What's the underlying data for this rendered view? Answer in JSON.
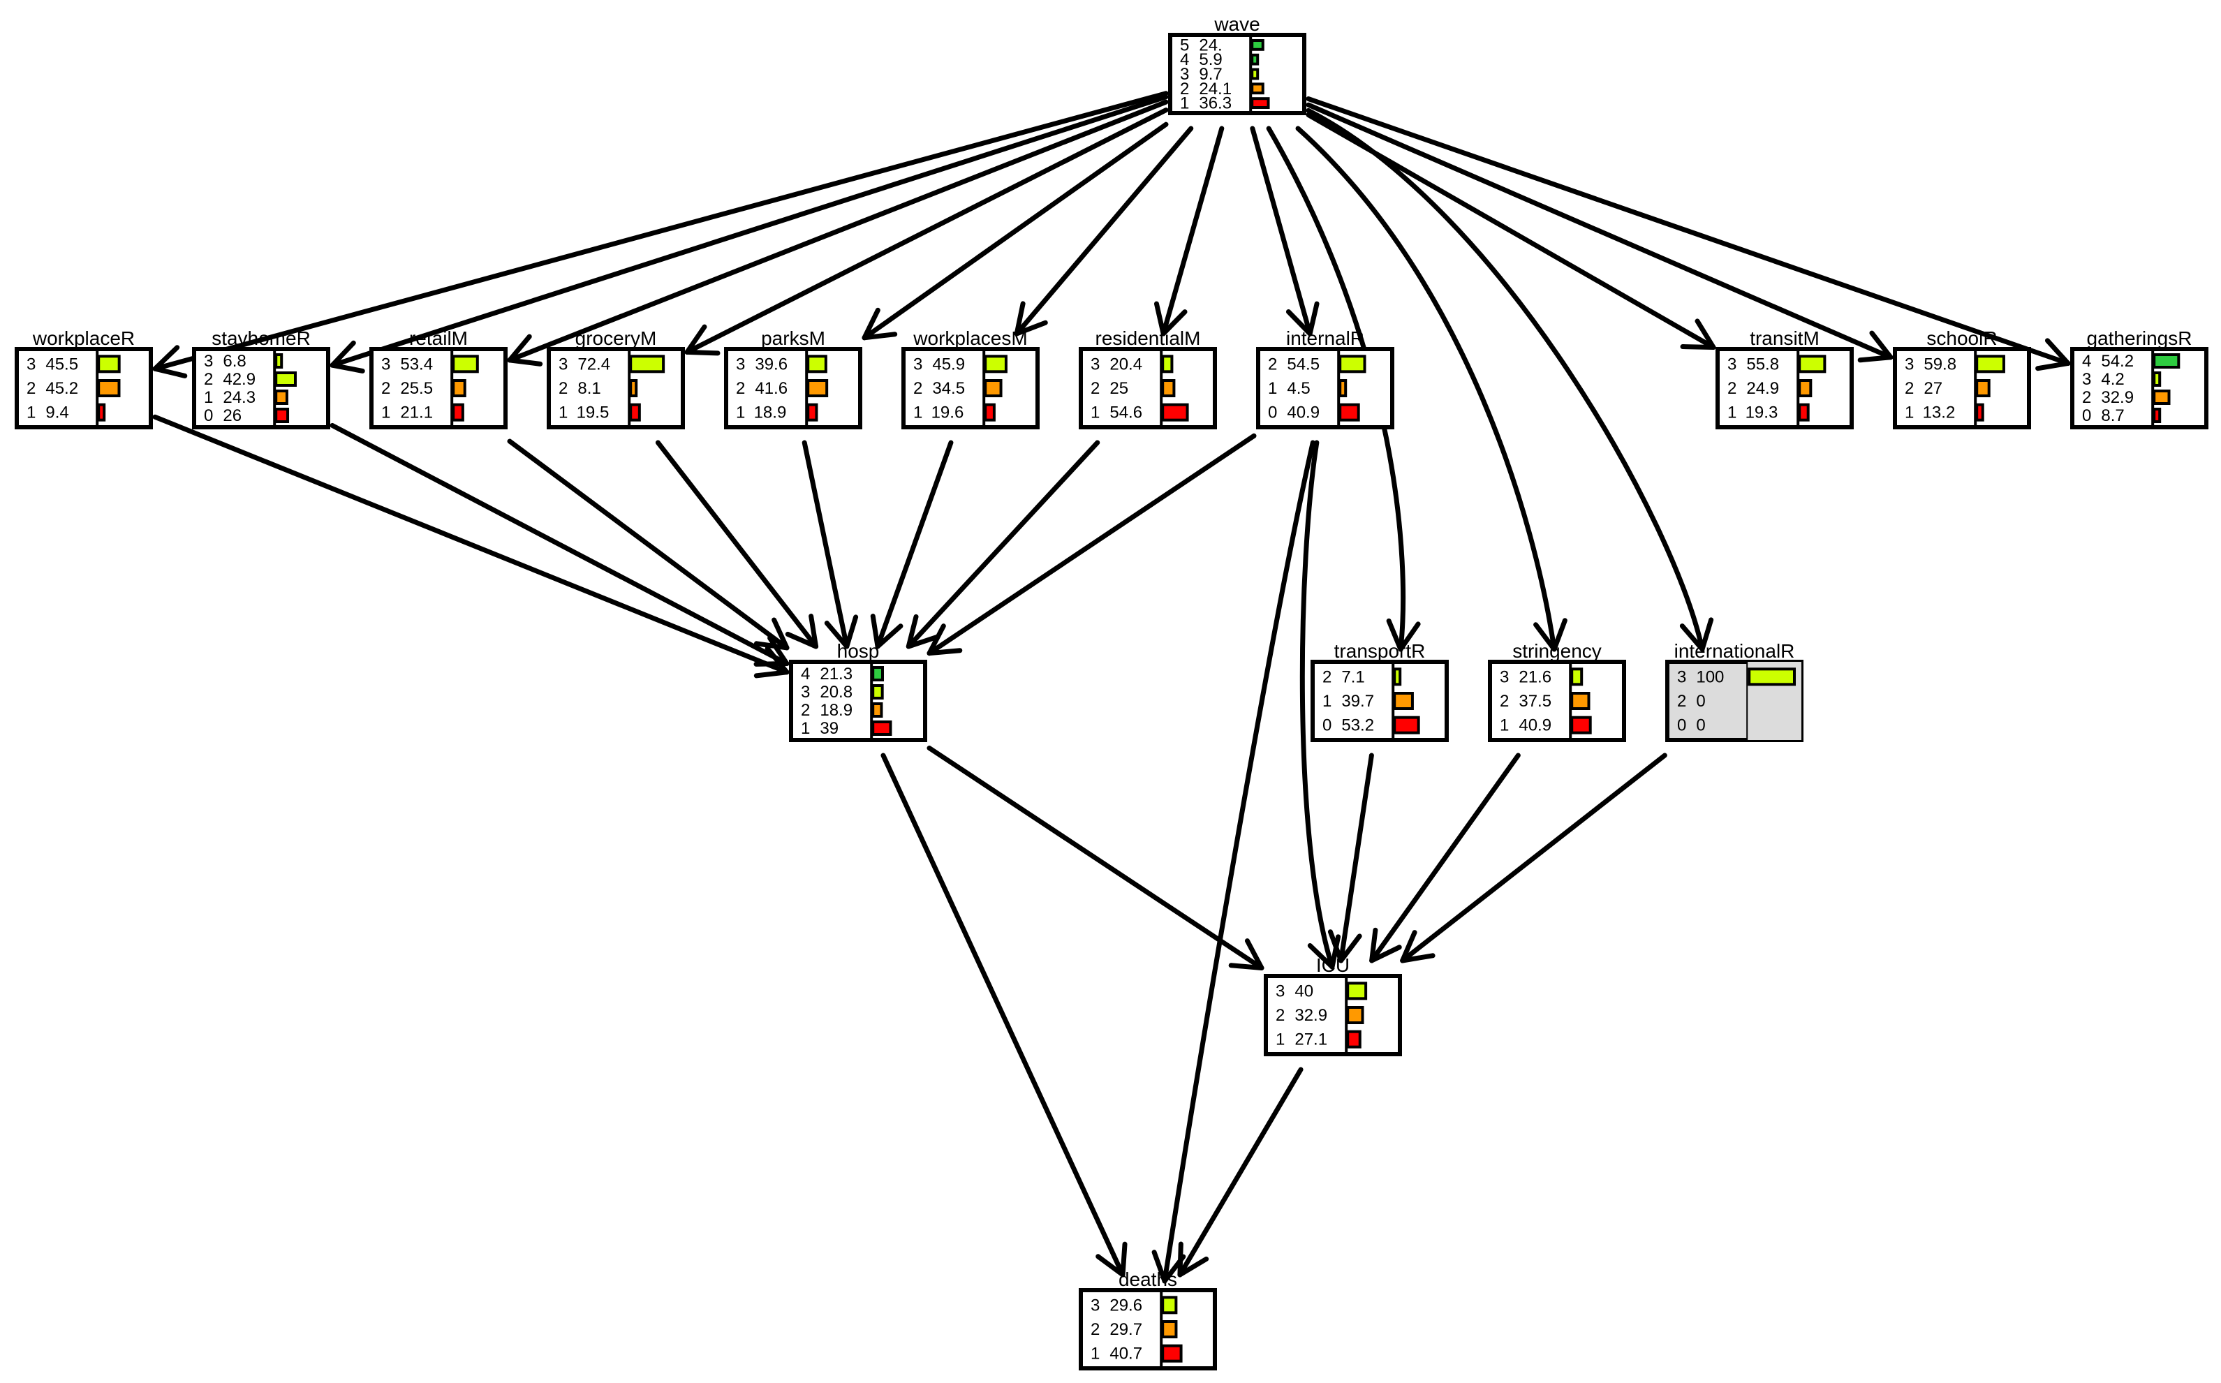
{
  "diagram": {
    "colors": {
      "level5": "#2ecc40",
      "level4": "#2ecc40",
      "level3": "#ccff00",
      "level2": "#ff9900",
      "level1": "#ff0000",
      "level0": "#ff0000",
      "observed_fill": "#dcdcdc",
      "stroke": "#000000"
    },
    "nodes": [
      {
        "id": "wave",
        "title": "wave",
        "rows": [
          {
            "label": "5",
            "value": "24.",
            "prob": 0.24,
            "color": "level5"
          },
          {
            "label": "4",
            "value": "5.9",
            "prob": 0.06,
            "color": "level4"
          },
          {
            "label": "3",
            "value": "9.7",
            "prob": 0.1,
            "color": "level3"
          },
          {
            "label": "2",
            "value": "24.1",
            "prob": 0.24,
            "color": "level2"
          },
          {
            "label": "1",
            "value": "36.3",
            "prob": 0.36,
            "color": "level1"
          }
        ]
      },
      {
        "id": "workplaceR",
        "title": "workplaceR",
        "rows": [
          {
            "label": "3",
            "value": "45.5",
            "prob": 0.455,
            "color": "level3"
          },
          {
            "label": "2",
            "value": "45.2",
            "prob": 0.452,
            "color": "level2"
          },
          {
            "label": "1",
            "value": "9.4",
            "prob": 0.094,
            "color": "level1"
          }
        ]
      },
      {
        "id": "stayhomeR",
        "title": "stayhomeR",
        "rows": [
          {
            "label": "3",
            "value": "6.8",
            "prob": 0.068,
            "color": "level3"
          },
          {
            "label": "2",
            "value": "42.9",
            "prob": 0.429,
            "color": "level3"
          },
          {
            "label": "1",
            "value": "24.3",
            "prob": 0.243,
            "color": "level2"
          },
          {
            "label": "0",
            "value": "26",
            "prob": 0.26,
            "color": "level1"
          }
        ]
      },
      {
        "id": "retailM",
        "title": "retailM",
        "rows": [
          {
            "label": "3",
            "value": "53.4",
            "prob": 0.534,
            "color": "level3"
          },
          {
            "label": "2",
            "value": "25.5",
            "prob": 0.255,
            "color": "level2"
          },
          {
            "label": "1",
            "value": "21.1",
            "prob": 0.211,
            "color": "level1"
          }
        ]
      },
      {
        "id": "groceryM",
        "title": "groceryM",
        "rows": [
          {
            "label": "3",
            "value": "72.4",
            "prob": 0.724,
            "color": "level3"
          },
          {
            "label": "2",
            "value": "8.1",
            "prob": 0.081,
            "color": "level2"
          },
          {
            "label": "1",
            "value": "19.5",
            "prob": 0.195,
            "color": "level1"
          }
        ]
      },
      {
        "id": "parksM",
        "title": "parksM",
        "rows": [
          {
            "label": "3",
            "value": "39.6",
            "prob": 0.396,
            "color": "level3"
          },
          {
            "label": "2",
            "value": "41.6",
            "prob": 0.416,
            "color": "level2"
          },
          {
            "label": "1",
            "value": "18.9",
            "prob": 0.189,
            "color": "level1"
          }
        ]
      },
      {
        "id": "workplacesM",
        "title": "workplacesM",
        "rows": [
          {
            "label": "3",
            "value": "45.9",
            "prob": 0.459,
            "color": "level3"
          },
          {
            "label": "2",
            "value": "34.5",
            "prob": 0.345,
            "color": "level2"
          },
          {
            "label": "1",
            "value": "19.6",
            "prob": 0.196,
            "color": "level1"
          }
        ]
      },
      {
        "id": "residentialM",
        "title": "residentialM",
        "rows": [
          {
            "label": "3",
            "value": "20.4",
            "prob": 0.204,
            "color": "level3"
          },
          {
            "label": "2",
            "value": "25",
            "prob": 0.25,
            "color": "level2"
          },
          {
            "label": "1",
            "value": "54.6",
            "prob": 0.546,
            "color": "level1"
          }
        ]
      },
      {
        "id": "internalR",
        "title": "internalR",
        "rows": [
          {
            "label": "2",
            "value": "54.5",
            "prob": 0.545,
            "color": "level3"
          },
          {
            "label": "1",
            "value": "4.5",
            "prob": 0.045,
            "color": "level2"
          },
          {
            "label": "0",
            "value": "40.9",
            "prob": 0.409,
            "color": "level1"
          }
        ]
      },
      {
        "id": "transitM",
        "title": "transitM",
        "rows": [
          {
            "label": "3",
            "value": "55.8",
            "prob": 0.558,
            "color": "level3"
          },
          {
            "label": "2",
            "value": "24.9",
            "prob": 0.249,
            "color": "level2"
          },
          {
            "label": "1",
            "value": "19.3",
            "prob": 0.193,
            "color": "level1"
          }
        ]
      },
      {
        "id": "schoolR",
        "title": "schoolR",
        "rows": [
          {
            "label": "3",
            "value": "59.8",
            "prob": 0.598,
            "color": "level3"
          },
          {
            "label": "2",
            "value": "27",
            "prob": 0.27,
            "color": "level2"
          },
          {
            "label": "1",
            "value": "13.2",
            "prob": 0.132,
            "color": "level1"
          }
        ]
      },
      {
        "id": "gatheringsR",
        "title": "gatheringsR",
        "rows": [
          {
            "label": "4",
            "value": "54.2",
            "prob": 0.542,
            "color": "level4"
          },
          {
            "label": "3",
            "value": "4.2",
            "prob": 0.042,
            "color": "level3"
          },
          {
            "label": "2",
            "value": "32.9",
            "prob": 0.329,
            "color": "level2"
          },
          {
            "label": "0",
            "value": "8.7",
            "prob": 0.087,
            "color": "level1"
          }
        ]
      },
      {
        "id": "hosp",
        "title": "hosp",
        "rows": [
          {
            "label": "4",
            "value": "21.3",
            "prob": 0.213,
            "color": "level4"
          },
          {
            "label": "3",
            "value": "20.8",
            "prob": 0.208,
            "color": "level3"
          },
          {
            "label": "2",
            "value": "18.9",
            "prob": 0.189,
            "color": "level2"
          },
          {
            "label": "1",
            "value": "39",
            "prob": 0.39,
            "color": "level1"
          }
        ]
      },
      {
        "id": "transportR",
        "title": "transportR",
        "rows": [
          {
            "label": "2",
            "value": "7.1",
            "prob": 0.071,
            "color": "level3"
          },
          {
            "label": "1",
            "value": "39.7",
            "prob": 0.397,
            "color": "level2"
          },
          {
            "label": "0",
            "value": "53.2",
            "prob": 0.532,
            "color": "level1"
          }
        ]
      },
      {
        "id": "stringency",
        "title": "stringency",
        "rows": [
          {
            "label": "3",
            "value": "21.6",
            "prob": 0.216,
            "color": "level3"
          },
          {
            "label": "2",
            "value": "37.5",
            "prob": 0.375,
            "color": "level2"
          },
          {
            "label": "1",
            "value": "40.9",
            "prob": 0.409,
            "color": "level1"
          }
        ]
      },
      {
        "id": "internationalR",
        "title": "internationalR",
        "observed": true,
        "rows": [
          {
            "label": "3",
            "value": "100",
            "prob": 1.0,
            "color": "level3"
          },
          {
            "label": "2",
            "value": "0",
            "prob": 0,
            "color": "level2"
          },
          {
            "label": "0",
            "value": "0",
            "prob": 0,
            "color": "level1"
          }
        ]
      },
      {
        "id": "ICU",
        "title": "ICU",
        "rows": [
          {
            "label": "3",
            "value": "40",
            "prob": 0.4,
            "color": "level3"
          },
          {
            "label": "2",
            "value": "32.9",
            "prob": 0.329,
            "color": "level2"
          },
          {
            "label": "1",
            "value": "27.1",
            "prob": 0.271,
            "color": "level1"
          }
        ]
      },
      {
        "id": "deaths",
        "title": "deaths",
        "rows": [
          {
            "label": "3",
            "value": "29.6",
            "prob": 0.296,
            "color": "level3"
          },
          {
            "label": "2",
            "value": "29.7",
            "prob": 0.297,
            "color": "level2"
          },
          {
            "label": "1",
            "value": "40.7",
            "prob": 0.407,
            "color": "level1"
          }
        ]
      }
    ],
    "edges": [
      {
        "from": "wave",
        "to": "workplaceR"
      },
      {
        "from": "wave",
        "to": "stayhomeR"
      },
      {
        "from": "wave",
        "to": "retailM"
      },
      {
        "from": "wave",
        "to": "groceryM"
      },
      {
        "from": "wave",
        "to": "parksM"
      },
      {
        "from": "wave",
        "to": "workplacesM"
      },
      {
        "from": "wave",
        "to": "residentialM"
      },
      {
        "from": "wave",
        "to": "internalR"
      },
      {
        "from": "wave",
        "to": "transitM"
      },
      {
        "from": "wave",
        "to": "schoolR"
      },
      {
        "from": "wave",
        "to": "gatheringsR"
      },
      {
        "from": "wave",
        "to": "transportR"
      },
      {
        "from": "wave",
        "to": "stringency"
      },
      {
        "from": "wave",
        "to": "internationalR"
      },
      {
        "from": "workplaceR",
        "to": "hosp"
      },
      {
        "from": "stayhomeR",
        "to": "hosp"
      },
      {
        "from": "retailM",
        "to": "hosp"
      },
      {
        "from": "groceryM",
        "to": "hosp"
      },
      {
        "from": "parksM",
        "to": "hosp"
      },
      {
        "from": "workplacesM",
        "to": "hosp"
      },
      {
        "from": "residentialM",
        "to": "hosp"
      },
      {
        "from": "internalR",
        "to": "hosp"
      },
      {
        "from": "internalR",
        "to": "ICU"
      },
      {
        "from": "internalR",
        "to": "deaths"
      },
      {
        "from": "transportR",
        "to": "ICU"
      },
      {
        "from": "stringency",
        "to": "ICU"
      },
      {
        "from": "internationalR",
        "to": "ICU"
      },
      {
        "from": "hosp",
        "to": "ICU"
      },
      {
        "from": "hosp",
        "to": "deaths"
      },
      {
        "from": "ICU",
        "to": "deaths"
      }
    ]
  }
}
